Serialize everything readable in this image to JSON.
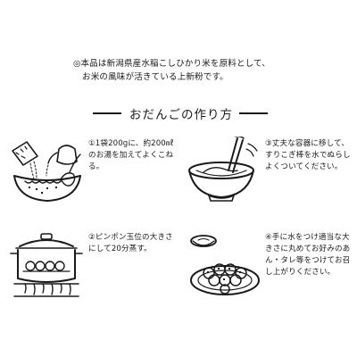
{
  "intro": {
    "line1": "◎本品は新潟県産水稲こしひかり米を原料として、",
    "line2": "お米の風味が活きている上新粉です。"
  },
  "heading": {
    "title": "おだんごの作り方"
  },
  "steps": [
    {
      "text": "①1袋200gに、約200㎖のお湯を加えてよくこねる。",
      "illustration": "mixing-flour-icon"
    },
    {
      "text": "②ピンポン玉位の大きさにして20分蒸す。",
      "illustration": "steamer-pot-icon"
    },
    {
      "text": "③丈夫な容器に移して、すりこぎ棒を水でぬらしよくついてください。",
      "illustration": "pounding-bowl-icon"
    },
    {
      "text": "④手に水をつけ適当な大きさに丸めてお好みのあん・タレ等をつけてお召し上がりください。",
      "illustration": "dango-plate-icon"
    }
  ]
}
